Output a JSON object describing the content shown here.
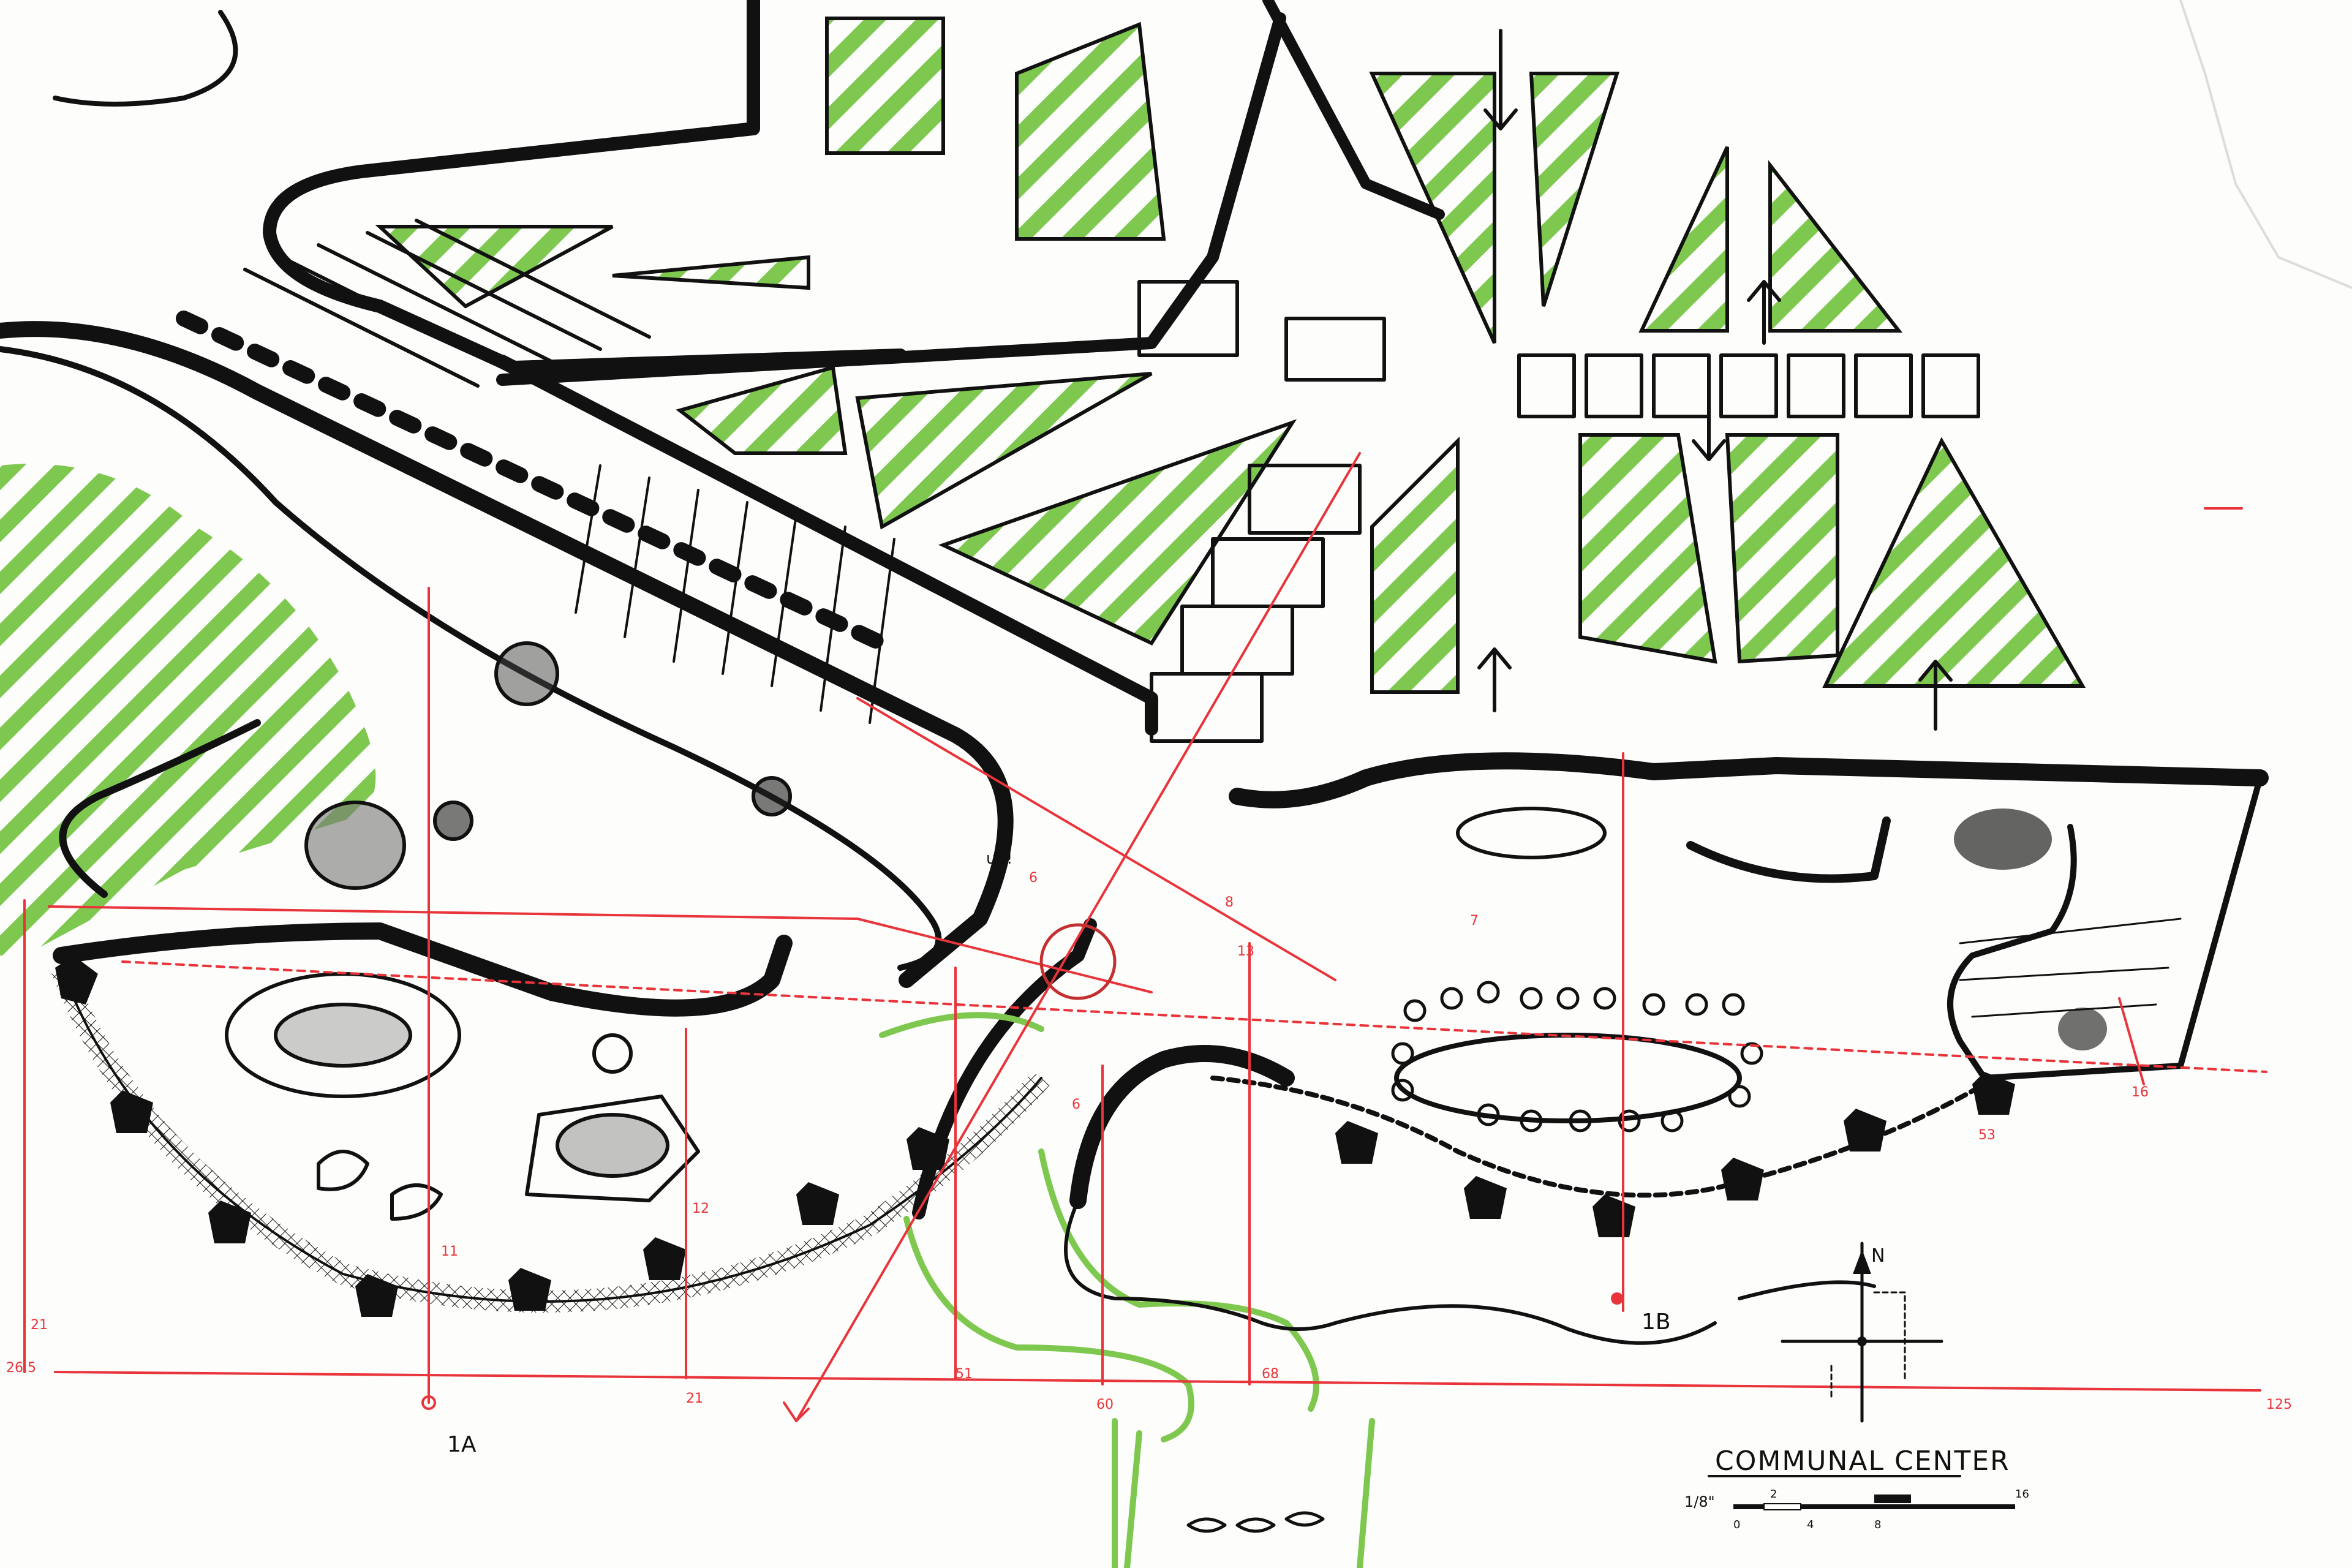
{
  "drawing": {
    "title": "COMMUNAL CENTER",
    "scale_label": "1/8\"",
    "scale_ticks": [
      "0",
      "2",
      "4",
      "8",
      "16"
    ],
    "north_label": "N",
    "up_note": "up!",
    "section_marks": [
      "1A",
      "1B"
    ]
  },
  "dimensions": {
    "bottom_axis": [
      "21",
      "51",
      "60",
      "68",
      "125"
    ],
    "left_axis": [
      "26.5",
      "21"
    ],
    "plan_marks": [
      "11",
      "12",
      "6",
      "6",
      "13",
      "53",
      "16",
      "8",
      "7"
    ]
  },
  "palette": {
    "ink": "#111111",
    "red_dimensions": "#e8343a",
    "green_marker": "#7ec850",
    "paper": "#fdfdfb"
  }
}
